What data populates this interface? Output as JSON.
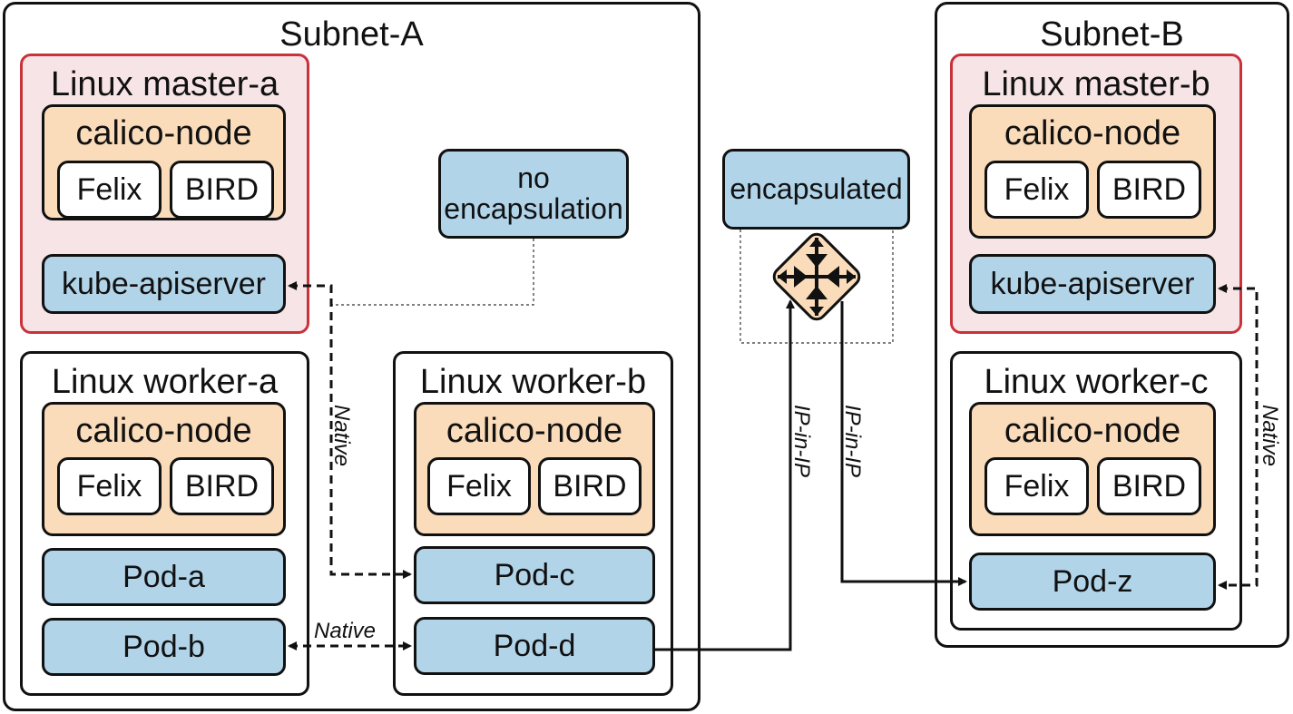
{
  "subnet_a": {
    "title": "Subnet-A",
    "master": {
      "title": "Linux master-a",
      "calico": "calico-node",
      "felix": "Felix",
      "bird": "BIRD",
      "apiserver": "kube-apiserver"
    },
    "worker_a": {
      "title": "Linux worker-a",
      "calico": "calico-node",
      "felix": "Felix",
      "bird": "BIRD",
      "pods": [
        "Pod-a",
        "Pod-b"
      ]
    },
    "worker_b": {
      "title": "Linux worker-b",
      "calico": "calico-node",
      "felix": "Felix",
      "bird": "BIRD",
      "pods": [
        "Pod-c",
        "Pod-d"
      ]
    },
    "no_encap": "no encapsulation"
  },
  "subnet_b": {
    "title": "Subnet-B",
    "master": {
      "title": "Linux master-b",
      "calico": "calico-node",
      "felix": "Felix",
      "bird": "BIRD",
      "apiserver": "kube-apiserver"
    },
    "worker_c": {
      "title": "Linux worker-c",
      "calico": "calico-node",
      "felix": "Felix",
      "bird": "BIRD",
      "pods": [
        "Pod-z"
      ]
    }
  },
  "encapsulated": "encapsulated",
  "router_icon": "router-icon",
  "edge_labels": {
    "native_a": "Native",
    "native_pods": "Native",
    "ipip_up": "IP-in-IP",
    "ipip_down": "IP-in-IP",
    "native_b": "Native"
  },
  "colors": {
    "master_border": "#c8323a",
    "master_fill": "#f7e4e6",
    "calico_fill": "#fadcbb",
    "blue_fill": "#b1d4e9",
    "router_fill": "#fadcbb"
  }
}
